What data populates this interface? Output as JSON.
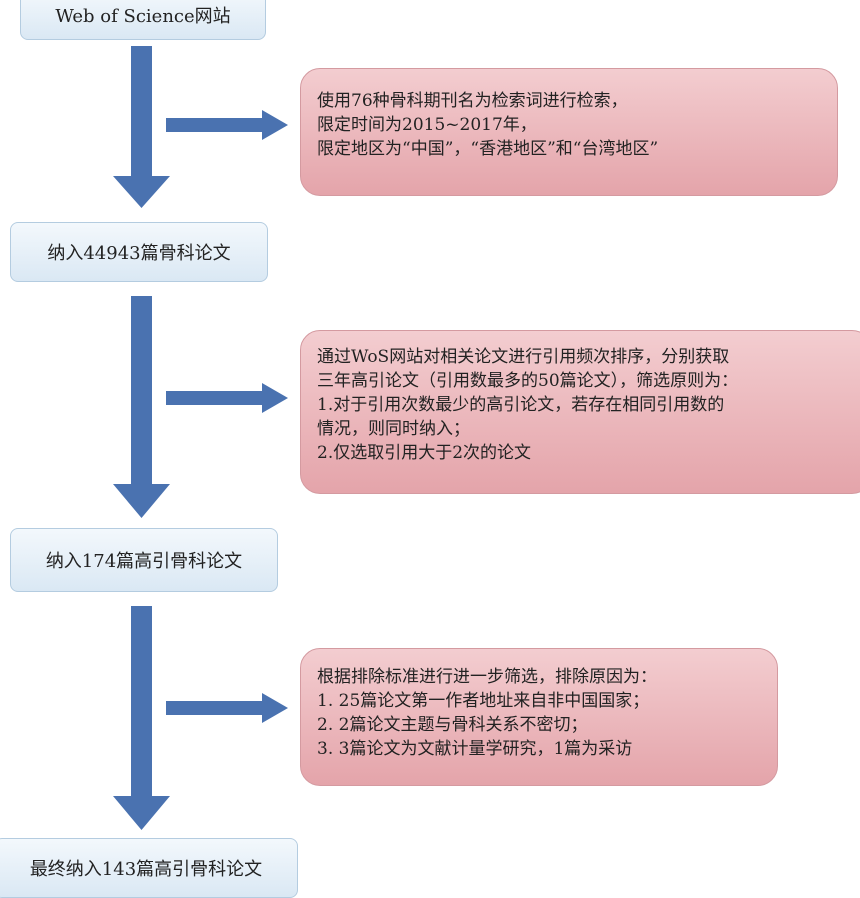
{
  "flow": {
    "steps": [
      {
        "label": "Web of Science网站"
      },
      {
        "label": "纳入44943篇骨科论文"
      },
      {
        "label": "纳入174篇高引骨科论文"
      },
      {
        "label": "最终纳入143篇高引骨科论文"
      }
    ],
    "notes": [
      {
        "lines": [
          "使用76种骨科期刊名为检索词进行检索，",
          "限定时间为2015~2017年，",
          "限定地区为“中国”，“香港地区”和“台湾地区”"
        ]
      },
      {
        "lines": [
          "通过WoS网站对相关论文进行引用频次排序，分别获取",
          "三年高引论文（引用数最多的50篇论文），筛选原则为：",
          "1.对于引用次数最少的高引论文，若存在相同引用数的",
          "情况，则同时纳入；",
          "2.仅选取引用大于2次的论文"
        ]
      },
      {
        "lines": [
          "根据排除标准进行进一步筛选，排除原因为：",
          "1. 25篇论文第一作者地址来自非中国国家；",
          "2. 2篇论文主题与骨科关系不密切；",
          "3. 3篇论文为文献计量学研究，1篇为采访"
        ]
      }
    ],
    "colors": {
      "arrow": "#4a72b0",
      "step_fill": "#dae8f4",
      "note_fill": "#e9b3b8"
    }
  }
}
